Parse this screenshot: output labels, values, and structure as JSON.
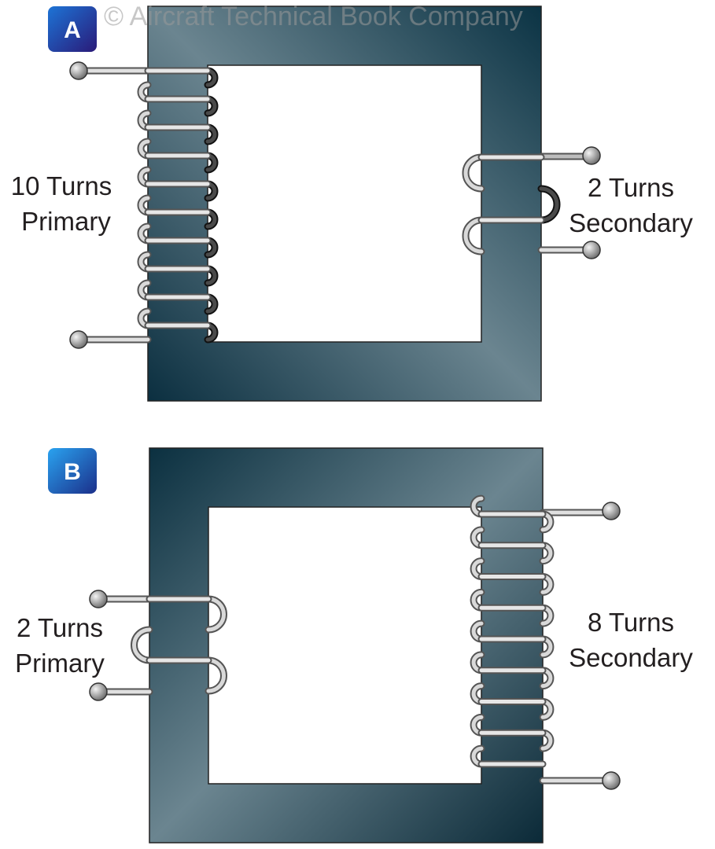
{
  "watermark": "© Aircraft Technical Book Company",
  "colors": {
    "core_dark": "#0b3344",
    "core_light": "#6e8893",
    "badge_a": "#2a2f9a",
    "badge_b": "#1668c4",
    "wire_light": "#d8d8d8",
    "wire_dark": "#333333"
  },
  "transformer_a": {
    "badge": "A",
    "primary": {
      "turns": 10,
      "label_line1": "10 Turns",
      "label_line2": "Primary"
    },
    "secondary": {
      "turns": 2,
      "label_line1": "2 Turns",
      "label_line2": "Secondary"
    }
  },
  "transformer_b": {
    "badge": "B",
    "primary": {
      "turns": 2,
      "label_line1": "2 Turns",
      "label_line2": "Primary"
    },
    "secondary": {
      "turns": 8,
      "label_line1": "8 Turns",
      "label_line2": "Secondary"
    }
  }
}
